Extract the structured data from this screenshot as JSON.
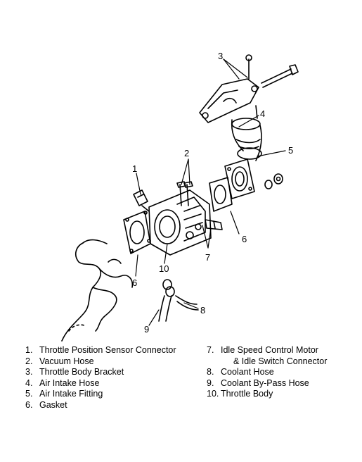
{
  "callouts": [
    "1",
    "2",
    "3",
    "4",
    "5",
    "6",
    "6",
    "7",
    "8",
    "9",
    "10"
  ],
  "legend": {
    "left": [
      {
        "num": "1.",
        "text": "Throttle Position Sensor Connector"
      },
      {
        "num": "2.",
        "text": "Vacuum Hose"
      },
      {
        "num": "3.",
        "text": "Throttle Body Bracket"
      },
      {
        "num": "4.",
        "text": "Air Intake Hose"
      },
      {
        "num": "5.",
        "text": "Air Intake Fitting"
      },
      {
        "num": "6.",
        "text": "Gasket"
      }
    ],
    "right": [
      {
        "num": "7.",
        "text": "Idle Speed Control Motor",
        "cont": "& Idle Switch Connector"
      },
      {
        "num": "8.",
        "text": "Coolant Hose"
      },
      {
        "num": "9.",
        "text": "Coolant By-Pass Hose"
      },
      {
        "num": "10.",
        "text": "Throttle Body"
      }
    ]
  }
}
